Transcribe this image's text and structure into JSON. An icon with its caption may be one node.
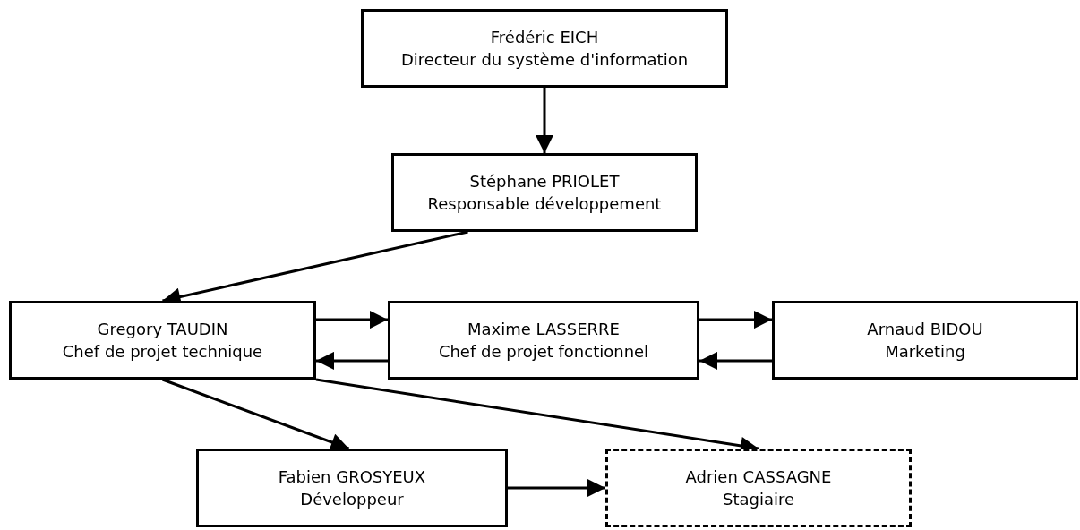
{
  "diagram": {
    "nodes": [
      {
        "text": [
          "Frédéric EICH",
          "Directeur du système d'information"
        ]
      },
      {
        "text": [
          "Stéphane PRIOLET",
          "Responsable développement"
        ]
      },
      {
        "text": [
          "Gregory TAUDIN",
          "Chef de projet technique"
        ]
      },
      {
        "text": [
          "Maxime LASSERRE",
          "Chef de projet fonctionnel"
        ]
      },
      {
        "text": [
          "Arnaud BIDOU",
          "Marketing"
        ]
      },
      {
        "text": [
          "Fabien GROSYEUX",
          "Développeur"
        ]
      },
      {
        "text": [
          "Adrien CASSAGNE",
          "Stagiaire"
        ]
      }
    ],
    "edges": [
      {
        "from": 0,
        "to": 1,
        "arrow": "to"
      },
      {
        "from": 1,
        "to": 2,
        "arrow": "to"
      },
      {
        "from": 2,
        "to": 3,
        "arrow": "to"
      },
      {
        "from": 3,
        "to": 2,
        "arrow": "to"
      },
      {
        "from": 3,
        "to": 4,
        "arrow": "to"
      },
      {
        "from": 4,
        "to": 3,
        "arrow": "to"
      },
      {
        "from": 2,
        "to": 5,
        "arrow": "to"
      },
      {
        "from": 2,
        "to": 6,
        "arrow": "to"
      },
      {
        "from": 5,
        "to": 6,
        "arrow": "to"
      }
    ]
  }
}
